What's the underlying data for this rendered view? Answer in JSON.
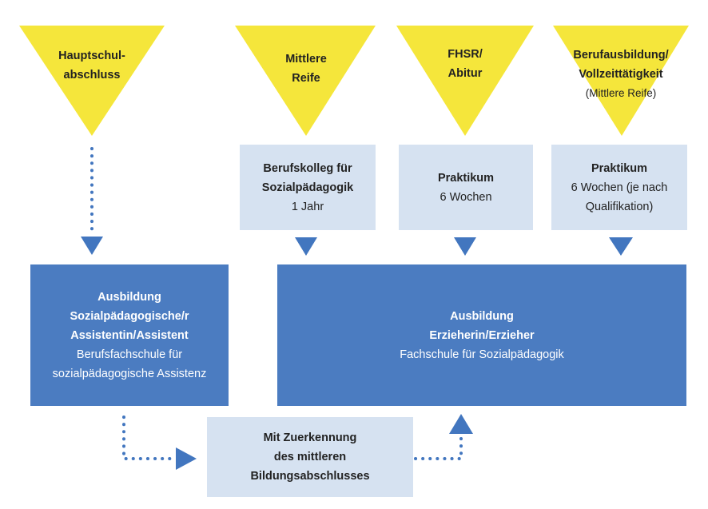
{
  "colors": {
    "entry_yellow": "#f5e63b",
    "box_light": "#d6e2f1",
    "box_blue": "#4b7cc1",
    "arrow_blue": "#4276bf"
  },
  "entries": [
    {
      "line1": "Hauptschul-",
      "line2": "abschluss",
      "note": ""
    },
    {
      "line1": "Mittlere",
      "line2": "Reife",
      "note": ""
    },
    {
      "line1": "FHSR/",
      "line2": "Abitur",
      "note": ""
    },
    {
      "line1": "Berufausbildung/",
      "line2": "Vollzeittätigkeit",
      "note": "(Mittlere Reife)"
    }
  ],
  "prereqs": [
    {
      "title1": "Berufskolleg für",
      "title2": "Sozialpädagogik",
      "detail1": "1 Jahr",
      "detail2": ""
    },
    {
      "title1": "Praktikum",
      "title2": "",
      "detail1": "6 Wochen",
      "detail2": ""
    },
    {
      "title1": "Praktikum",
      "title2": "",
      "detail1": "6 Wochen (je nach",
      "detail2": "Qualifikation)"
    }
  ],
  "assistant": {
    "title1": "Ausbildung",
    "title2": "Sozialpädagogische/r",
    "title3": "Assistentin/Assistent",
    "sub1": "Berufsfachschule für",
    "sub2": "sozialpädagogische Assistenz"
  },
  "educator": {
    "title1": "Ausbildung",
    "title2": "Erzieherin/Erzieher",
    "sub1": "Fachschule für Sozialpädagogik"
  },
  "bridge": {
    "line1": "Mit Zuerkennung",
    "line2": "des mittleren",
    "line3": "Bildungsabschlusses"
  }
}
